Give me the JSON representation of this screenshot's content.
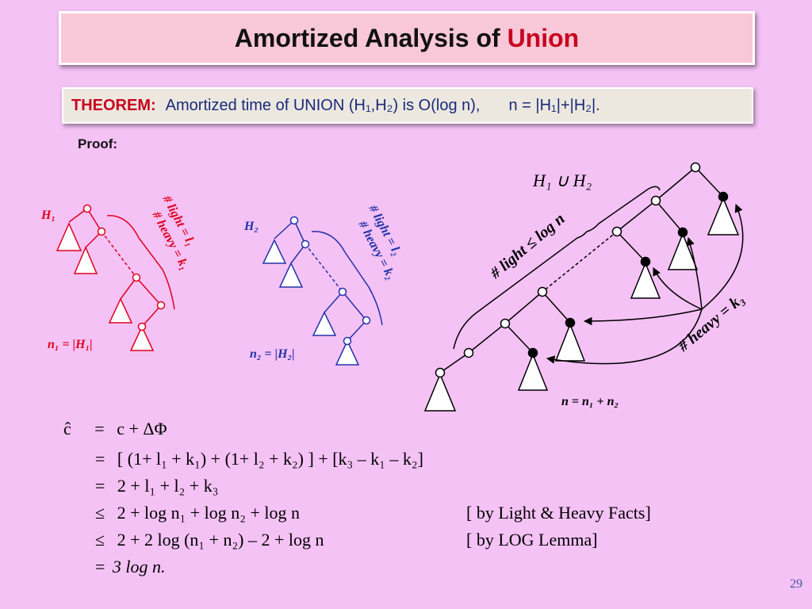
{
  "slide": {
    "title_prefix": "Amortized Analysis of ",
    "title_highlight": "Union",
    "theorem": {
      "label": "THEOREM:",
      "statement": "Amortized time of UNION (H₁,H₂) is O(log n),",
      "n_def": "n = |H₁|+|H₂|."
    },
    "proof_label": "Proof:",
    "page_number": "29"
  },
  "diagram": {
    "h1": {
      "name": "H₁",
      "light": "# light = l₁",
      "heavy": "# heavy = k₁",
      "size": "n₁ = |H₁|",
      "color": "#e0001e"
    },
    "h2": {
      "name": "H₂",
      "light": "# light = l₂",
      "heavy": "# heavy = k₂",
      "size": "n₂ = |H₂|",
      "color": "#2233aa"
    },
    "union": {
      "name": "H₁ ∪ H₂",
      "light": "# light ≤ log n",
      "heavy": "# heavy = k₃",
      "size": "n = n₁ + n₂",
      "color": "#000000"
    }
  },
  "equations": [
    {
      "lhs": "ĉ",
      "rel": "=",
      "rhs": "c + ΔΦ",
      "note": ""
    },
    {
      "lhs": "",
      "rel": "=",
      "rhs": "[ (1+ l₁ + k₁) + (1+ l₂ + k₂) ]  +  [k₃ – k₁ – k₂]",
      "note": ""
    },
    {
      "lhs": "",
      "rel": "=",
      "rhs": "2 + l₁ + l₂ + k₃",
      "note": ""
    },
    {
      "lhs": "",
      "rel": "≤",
      "rhs": "2 + log n₁ + log n₂ + log n",
      "note": "[ by Light & Heavy Facts]"
    },
    {
      "lhs": "",
      "rel": "≤",
      "rhs": "2 + 2 log (n₁ + n₂) – 2 + log n",
      "note": "[ by LOG Lemma]"
    },
    {
      "lhs": "",
      "rel": "=",
      "rhs": "3 log n.",
      "note": ""
    }
  ]
}
